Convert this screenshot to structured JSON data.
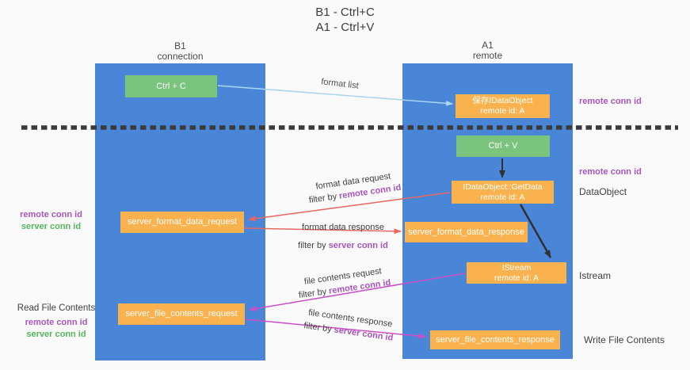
{
  "title": {
    "line1": "B1 - Ctrl+C",
    "line2": "A1 - Ctrl+V"
  },
  "lifelines": {
    "b1": {
      "name": "B1",
      "role": "connection"
    },
    "a1": {
      "name": "A1",
      "role": "remote"
    }
  },
  "nodes": {
    "ctrl_c": {
      "label": "Ctrl + C"
    },
    "save_idataobject": {
      "line1": "保存IDataObject",
      "line2": "remote id: A"
    },
    "ctrl_v": {
      "label": "Ctrl + V"
    },
    "getdata": {
      "line1": "IDataObject::GetData",
      "line2": "remote id: A"
    },
    "server_format_data_request": {
      "label": "server_format_data_request"
    },
    "server_format_data_response": {
      "label": "server_format_data_response"
    },
    "istream": {
      "line1": "IStream",
      "line2": "remote id: A"
    },
    "server_file_contents_request": {
      "label": "server_file_contents_request"
    },
    "server_file_contents_response": {
      "label": "server_file_contents_response"
    }
  },
  "messages": {
    "format_list": "format list",
    "format_data_request": "format data request",
    "format_data_response": "format data response",
    "file_contents_request": "file contents request",
    "file_contents_response": "file contents response",
    "filter_by": "filter by",
    "remote_conn_id": "remote conn id",
    "server_conn_id": "server conn id"
  },
  "annotations": {
    "remote_conn_id": "remote conn id",
    "server_conn_id": "server conn id",
    "dataobject": "DataObject",
    "istream": "Istream",
    "read_file_contents": "Read File Contents",
    "write_file_contents": "Write File Contents"
  },
  "colors": {
    "lifeline_blue": "#4a86d8",
    "node_orange": "#f9b24d",
    "node_green": "#7bc47d",
    "arrow_light_blue": "#a9d5f0",
    "arrow_red": "#e8685f",
    "arrow_magenta": "#cc4ec9",
    "arrow_black": "#303030",
    "dashed_divider": "#3a3a3a",
    "text_purple": "#a855be",
    "text_green": "#55b55f",
    "background": "#fafafa"
  }
}
